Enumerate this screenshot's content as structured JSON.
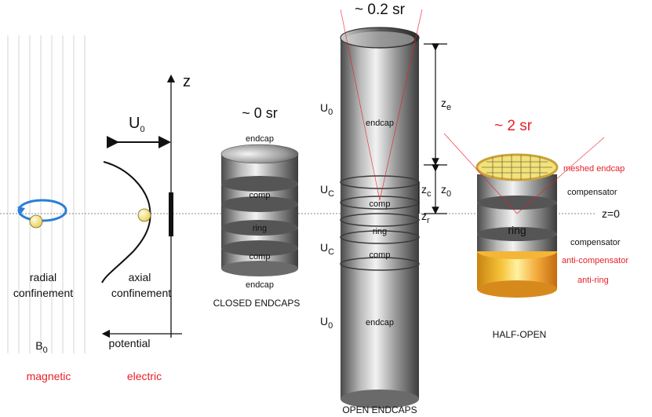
{
  "magnetic": {
    "label": "magnetic",
    "confinement_line1": "radial",
    "confinement_line2": "confinement",
    "field_main": "B",
    "field_sub": "0"
  },
  "electric": {
    "label": "electric",
    "confinement_line1": "axial",
    "confinement_line2": "confinement",
    "potential_label": "potential",
    "z_axis_label": "z",
    "u0_main": "U",
    "u0_sub": "0"
  },
  "closed": {
    "solid_angle": "~ 0 sr",
    "endcap_top": "endcap",
    "comp_top": "comp",
    "ring": "ring",
    "comp_bottom": "comp",
    "endcap_bottom": "endcap",
    "caption": "CLOSED ENDCAPS"
  },
  "open": {
    "solid_angle": "~ 0.2 sr",
    "u0_top_main": "U",
    "u0_top_sub": "0",
    "uc_top_main": "U",
    "uc_top_sub": "C",
    "uc_bottom_main": "U",
    "uc_bottom_sub": "C",
    "u0_bottom_main": "U",
    "u0_bottom_sub": "0",
    "endcap_top": "endcap",
    "comp_top": "comp",
    "ring": "ring",
    "comp_bottom": "comp",
    "endcap_bottom": "endcap",
    "ze_main": "z",
    "ze_sub": "e",
    "zc_main": "z",
    "zc_sub": "c",
    "z0_main": "z",
    "z0_sub": "0",
    "zr_main": "z",
    "zr_sub": "r",
    "caption": "OPEN ENDCAPS"
  },
  "half_open": {
    "solid_angle": "~ 2 sr",
    "meshed_endcap": "meshed endcap",
    "compensator_top": "compensator",
    "z_zero": "z=0",
    "ring": "ring",
    "compensator_bottom": "compensator",
    "anti_compensator": "anti-compensator",
    "anti_ring": "anti-ring",
    "caption": "HALF-OPEN"
  },
  "colors": {
    "red_label": "#e8202a",
    "arrow_blue": "#2a7fd6",
    "ion_yellow": "#f4e48a",
    "metal_dark": "#5a5a5a",
    "metal_light": "#e8e8e8",
    "gold": "#f2c24a"
  }
}
